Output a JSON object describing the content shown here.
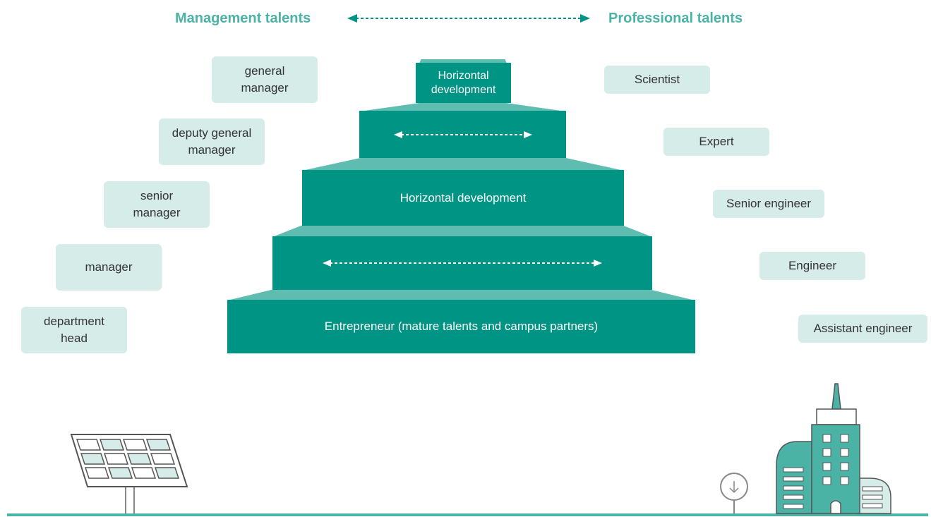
{
  "header": {
    "left_title": "Management talents",
    "right_title": "Professional talents"
  },
  "management_track": [
    {
      "line1": "general",
      "line2": "manager"
    },
    {
      "line1": "deputy general",
      "line2": "manager"
    },
    {
      "line1": "senior",
      "line2": "manager"
    },
    {
      "line1": "manager",
      "line2": ""
    },
    {
      "line1": "department",
      "line2": "head"
    }
  ],
  "professional_track": [
    "Scientist",
    "Expert",
    "Senior engineer",
    "Engineer",
    "Assistant engineer"
  ],
  "pyramid": {
    "top_line1": "Horizontal",
    "top_line2": "development",
    "level3": "Horizontal development",
    "base": "Entrepreneur (mature talents and campus partners)"
  },
  "colors": {
    "accent": "#009485",
    "accent_light": "#5fbcb0",
    "pill_bg": "#d5ece8",
    "header_text": "#4bb3a6"
  },
  "icons": {
    "left_scene": "solar-panel-icon",
    "right_scene": "city-buildings-icon",
    "tree": "tree-icon"
  }
}
